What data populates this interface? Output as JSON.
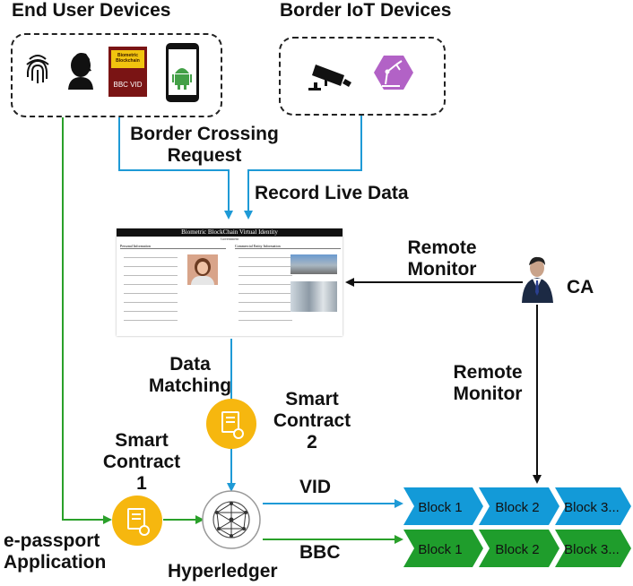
{
  "groups": {
    "end_user": "End User Devices",
    "border_iot": "Border IoT Devices"
  },
  "bbc_card": {
    "top_line1": "Biometric",
    "top_line2": "Blockchain",
    "bottom": "BBC VID"
  },
  "flows": {
    "border_crossing": [
      "Border Crossing",
      "Request"
    ],
    "record_live": "Record Live Data",
    "remote_monitor_left": [
      "Remote",
      "Monitor"
    ],
    "remote_monitor_down": [
      "Remote",
      "Monitor"
    ],
    "data_matching": [
      "Data",
      "Matching"
    ],
    "vid": "VID",
    "bbc": "BBC"
  },
  "form": {
    "title": "Biometric BlockChain Virtual Identity",
    "subtitle": "Government",
    "left_section": "Personal Information",
    "right_section": "Commercial Entity Information"
  },
  "nodes": {
    "ca": "CA",
    "smart_contract_1": [
      "Smart",
      "Contract",
      "1"
    ],
    "smart_contract_2": [
      "Smart",
      "Contract",
      "2"
    ],
    "hyperledger": "Hyperledger",
    "epassport": [
      "e-passport",
      "Application"
    ]
  },
  "chains": {
    "vid_blocks": [
      "Block 1",
      "Block 2",
      "Block 3..."
    ],
    "bbc_blocks": [
      "Block 1",
      "Block 2",
      "Block 3..."
    ]
  },
  "colors": {
    "blue_flow": "#1e9ad6",
    "green_flow": "#2aa02a",
    "contract_gold": "#f6b70f",
    "vid_chain": "#139ad8",
    "bbc_chain": "#1f9d2c",
    "robot_purple": "#b262c6"
  },
  "icons": [
    "fingerprint-icon",
    "user-silhouette-icon",
    "bbc-vid-card-icon",
    "android-phone-icon",
    "security-camera-icon",
    "robot-arm-icon",
    "businessman-icon",
    "smart-contract-icon",
    "hyperledger-icon"
  ]
}
